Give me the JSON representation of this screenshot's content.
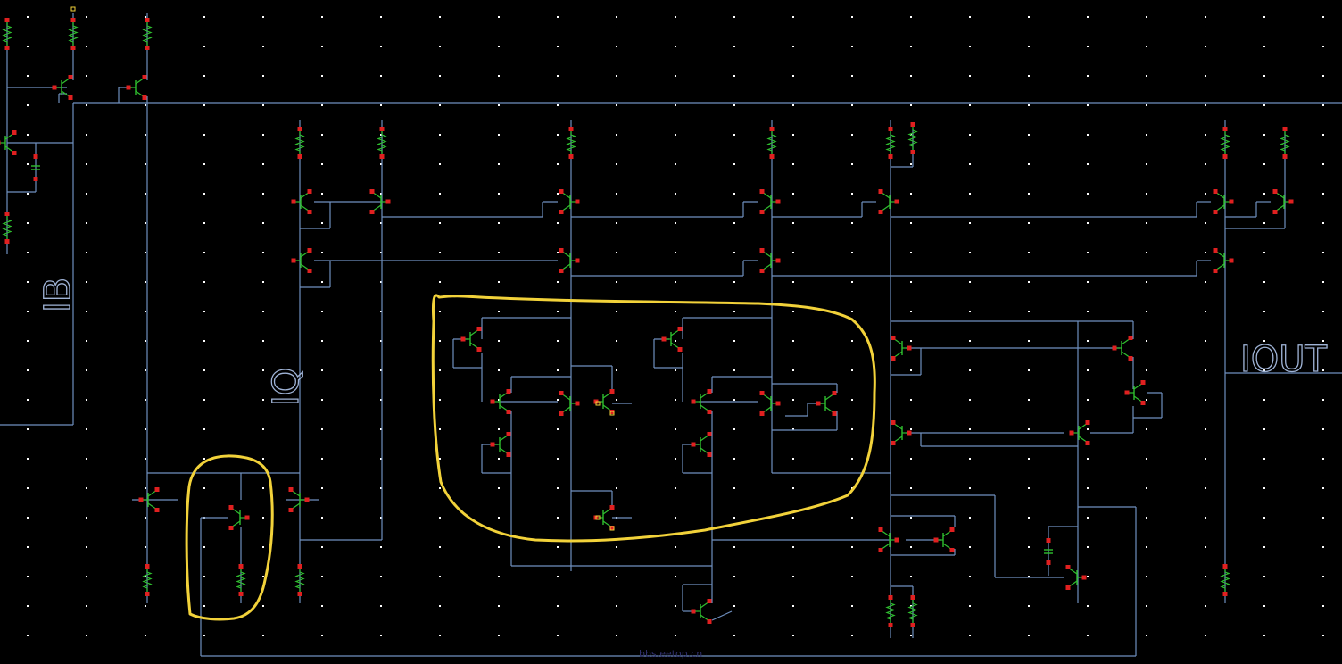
{
  "schematic": {
    "labels": {
      "ib": "IB",
      "iq": "IQ",
      "iout": "IOUT"
    },
    "watermark": "bbs.eetop.cn",
    "colors": {
      "background": "#000000",
      "grid_dot": "#ffffff",
      "wire": "#6f8fbf",
      "transistor": "#2fbf2f",
      "resistor": "#2fbf2f",
      "pin": "#e02020",
      "annotation": "#f2d23a"
    }
  }
}
